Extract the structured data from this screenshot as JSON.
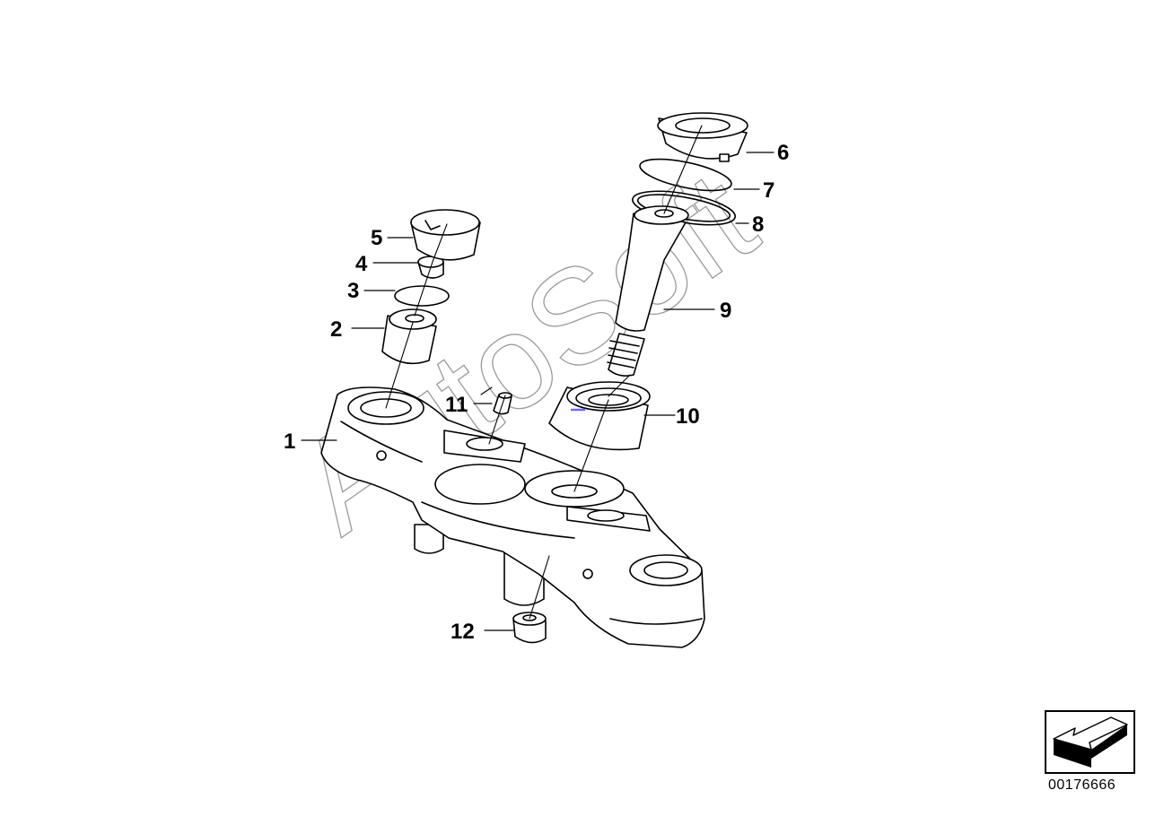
{
  "diagram": {
    "callouts": [
      {
        "id": "1",
        "label": "1"
      },
      {
        "id": "2",
        "label": "2"
      },
      {
        "id": "3",
        "label": "3"
      },
      {
        "id": "4",
        "label": "4"
      },
      {
        "id": "5",
        "label": "5"
      },
      {
        "id": "6",
        "label": "6"
      },
      {
        "id": "7",
        "label": "7"
      },
      {
        "id": "8",
        "label": "8"
      },
      {
        "id": "9",
        "label": "9"
      },
      {
        "id": "10",
        "label": "10"
      },
      {
        "id": "11",
        "label": "11"
      },
      {
        "id": "12",
        "label": "12"
      }
    ],
    "watermark": "AutoSoft",
    "reference_number": "00176666",
    "orientation_icon": "arrow-down-left-icon"
  }
}
